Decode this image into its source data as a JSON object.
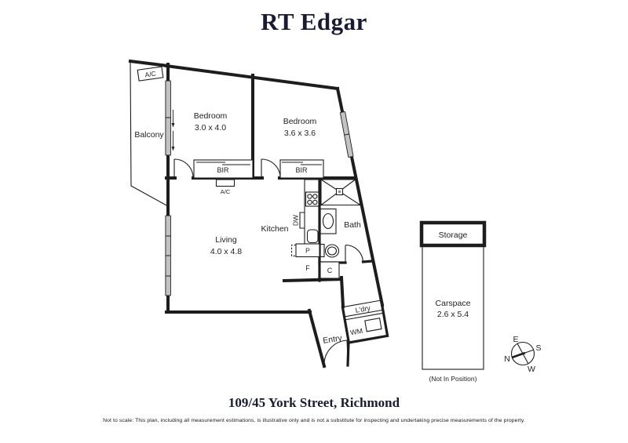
{
  "header": {
    "brand": "RT Edgar"
  },
  "floorplan": {
    "rooms": {
      "balcony": "Balcony",
      "bedroom1_name": "Bedroom",
      "bedroom1_dims": "3.0 x 4.0",
      "bedroom2_name": "Bedroom",
      "bedroom2_dims": "3.6 x 3.6",
      "living_name": "Living",
      "living_dims": "4.0 x 4.8",
      "kitchen": "Kitchen",
      "bath": "Bath",
      "entry": "Entry",
      "laundry": "L'dry"
    },
    "fixtures": {
      "ac_balcony": "A/C",
      "ac_living": "A/C",
      "bir1": "BIR",
      "bir2": "BIR",
      "dw": "DW",
      "pantry": "P",
      "fridge": "F",
      "cupboard": "C",
      "wm": "WM"
    },
    "carspace": {
      "storage": "Storage",
      "name": "Carspace",
      "dims": "2.6 x 5.4",
      "note": "(Not In Position)"
    },
    "compass": {
      "n": "N",
      "s": "S",
      "e": "E",
      "w": "W"
    }
  },
  "footer": {
    "address": "109/45 York Street, Richmond",
    "disclaimer": "Not to scale: This plan, including all measurement estimations, is illustrative only and is not a substitute for inspecting and undertaking precise measurements of the property."
  },
  "colors": {
    "brand_navy": "#1a1a33",
    "wall_black": "#1d1d1d",
    "window_gray": "#c3c3c3"
  }
}
